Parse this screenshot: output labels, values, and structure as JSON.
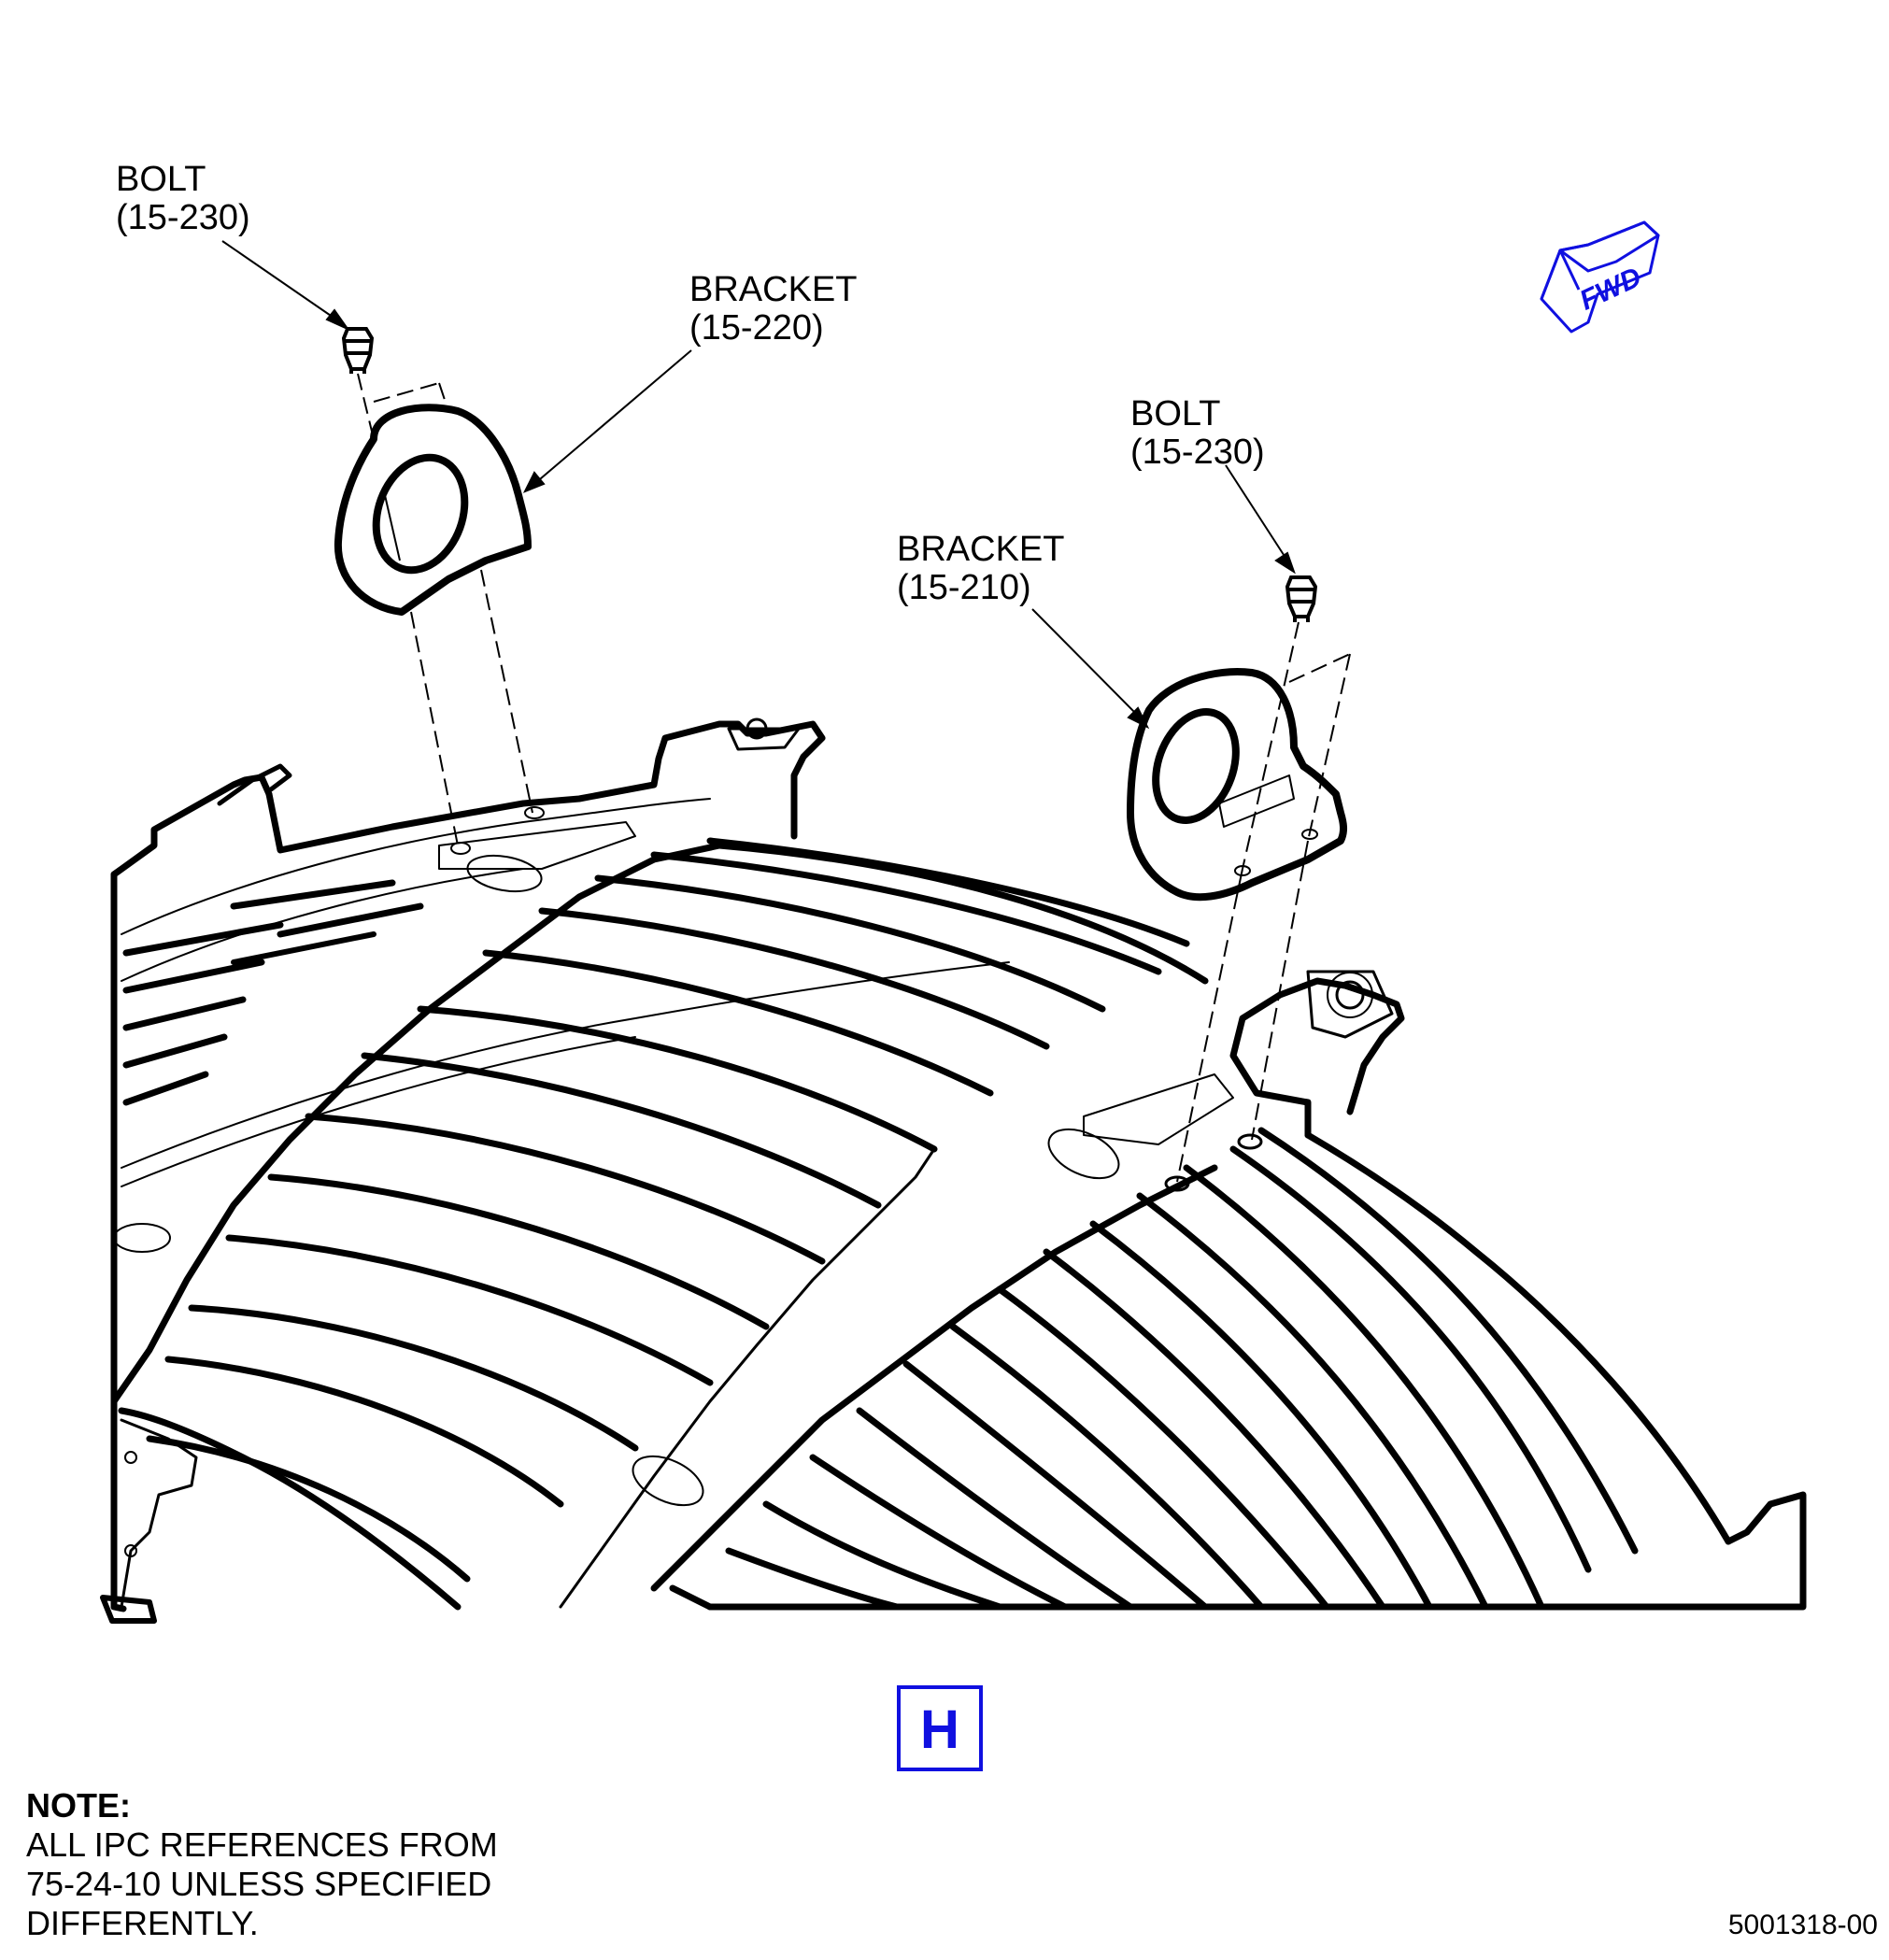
{
  "callouts": {
    "bolt_left": {
      "name": "BOLT",
      "ref": "(15-230)"
    },
    "bracket_left": {
      "name": "BRACKET",
      "ref": "(15-220)"
    },
    "bolt_right": {
      "name": "BOLT",
      "ref": "(15-230)"
    },
    "bracket_right": {
      "name": "BRACKET",
      "ref": "(15-210)"
    }
  },
  "orientation": {
    "label": "FWD",
    "icon": "forward-arrow-icon",
    "color": "#1010e0"
  },
  "view": {
    "letter": "H",
    "color": "#1010e0"
  },
  "note": {
    "title": "NOTE:",
    "lines": [
      "ALL IPC REFERENCES FROM",
      "75-24-10 UNLESS SPECIFIED",
      "DIFFERENTLY."
    ]
  },
  "drawing_number": "5001318-00"
}
